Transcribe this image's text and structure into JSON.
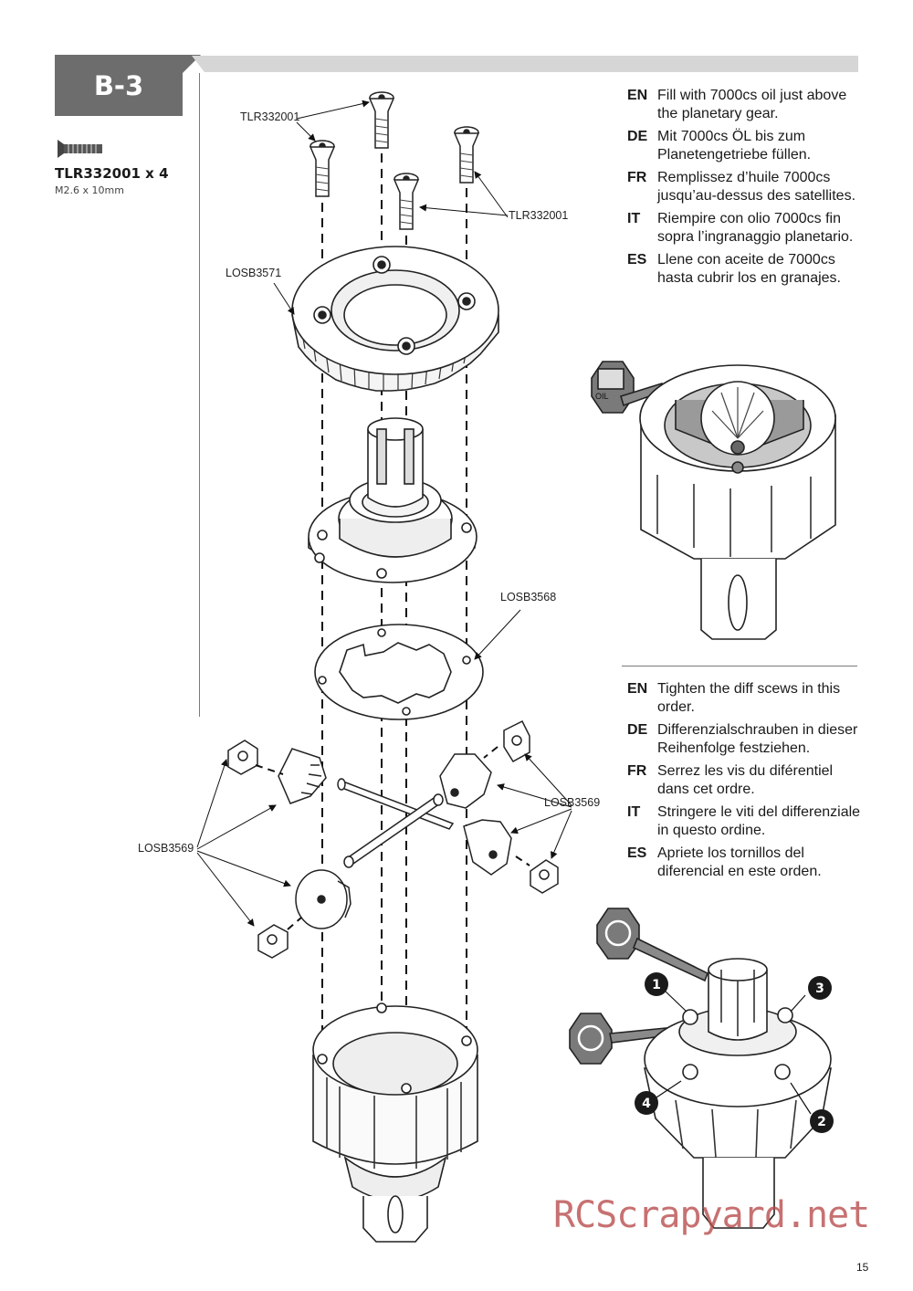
{
  "step": {
    "label": "B-3"
  },
  "parts_list": {
    "part_number": "TLR332001 x 4",
    "spec": "M2.6 x 10mm"
  },
  "instructions_top": [
    {
      "lang": "EN",
      "text": "Fill with 7000cs oil just above the planetary gear."
    },
    {
      "lang": "DE",
      "text": "Mit 7000cs ÖL bis zum Planetengetriebe füllen."
    },
    {
      "lang": "FR",
      "text": "Remplissez d’huile 7000cs jusqu’au-dessus des satellites."
    },
    {
      "lang": "IT",
      "text": "Riempire con olio 7000cs fin sopra l’ingranaggio planetario."
    },
    {
      "lang": "ES",
      "text": "Llene con aceite de 7000cs hasta cubrir los en granajes."
    }
  ],
  "instructions_bottom": [
    {
      "lang": "EN",
      "text": "Tighten the diff scews in this order."
    },
    {
      "lang": "DE",
      "text": "Differenzialschrauben in dieser Reihenfolge festziehen."
    },
    {
      "lang": "FR",
      "text": "Serrez les vis du diférentiel dans cet ordre."
    },
    {
      "lang": "IT",
      "text": "Stringere le viti del differenziale in questo ordine."
    },
    {
      "lang": "ES",
      "text": "Apriete los tornillos del diferencial en este orden."
    }
  ],
  "callouts": {
    "screw_a": "TLR332001",
    "screw_b": "TLR332001",
    "ring_gear": "LOSB3571",
    "gasket": "LOSB3568",
    "gears_left": "LOSB3569",
    "gears_right": "LOSB3569"
  },
  "oil_icon": {
    "text": "OIL"
  },
  "order_numbers": [
    "1",
    "2",
    "3",
    "4"
  ],
  "watermark": "RCScrapyard.net",
  "page_number": "15"
}
